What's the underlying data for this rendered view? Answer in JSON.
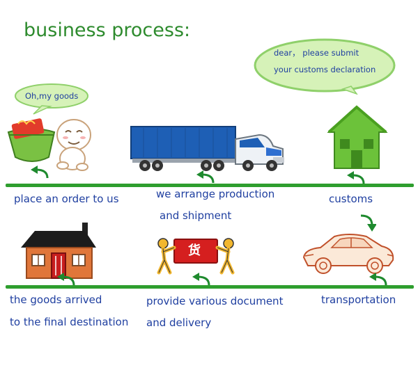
{
  "title": "business process:",
  "bubbles": {
    "customer": "Oh,my goods",
    "customs_line1": "dear， please submit",
    "customs_line2": "your customs declaration"
  },
  "steps": {
    "order": "place an order to us",
    "production_line1": "we arrange production",
    "production_line2": "and shipment",
    "customs": "customs",
    "transportation": "transportation",
    "documents_line1": "provide various document",
    "documents_line2": "and delivery",
    "arrived_line1": "the goods arrived",
    "arrived_line2": "to the final destination"
  },
  "sign_text": "货",
  "colors": {
    "title": "#2e8b2e",
    "line": "#2e9e2e",
    "label": "#1f3fa0",
    "bubble_fill": "#d6f2b8",
    "house_green": "#6cc23a",
    "truck_blue": "#1e5fb5"
  }
}
